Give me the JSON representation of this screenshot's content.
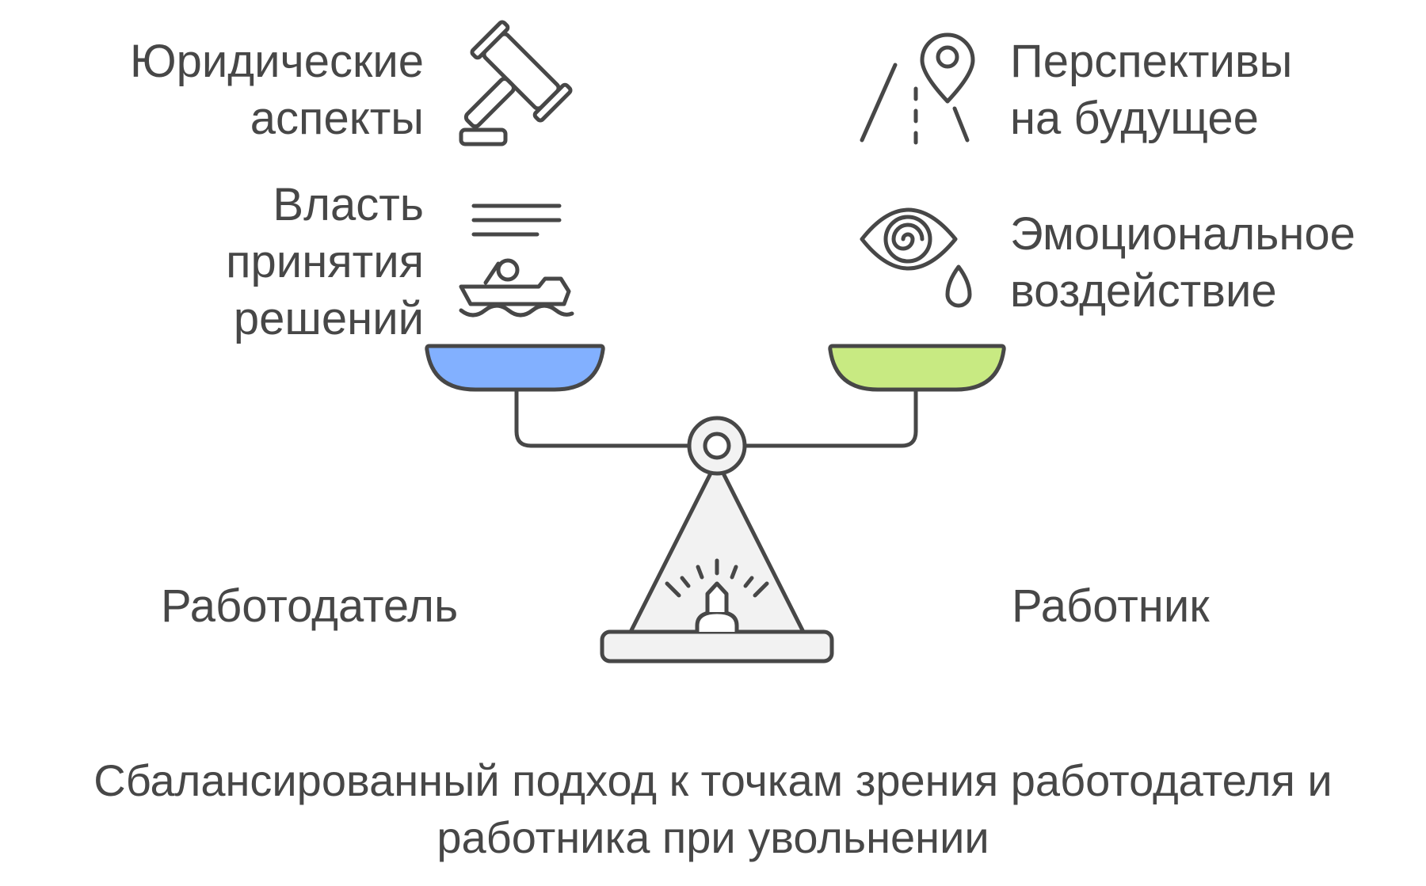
{
  "left_side": {
    "label": "Работодатель",
    "pan_color": "#82b0ff",
    "items": [
      {
        "lines": [
          "Юридические",
          "аспекты"
        ],
        "icon": "gavel-icon"
      },
      {
        "lines": [
          "Власть",
          "принятия",
          "решений"
        ],
        "icon": "boat-decision-icon"
      }
    ]
  },
  "right_side": {
    "label": "Работник",
    "pan_color": "#c8ea82",
    "items": [
      {
        "lines": [
          "Перспективы",
          "на будущее"
        ],
        "icon": "road-location-icon"
      },
      {
        "lines": [
          "Эмоциональное",
          "воздействие"
        ],
        "icon": "crying-eye-icon"
      }
    ]
  },
  "caption": {
    "line1": "Сбалансированный подход к точкам зрения работодателя и",
    "line2": "работника при увольнении"
  },
  "colors": {
    "stroke": "#474747",
    "stand_fill": "#f2f2f2",
    "text": "#474747"
  }
}
